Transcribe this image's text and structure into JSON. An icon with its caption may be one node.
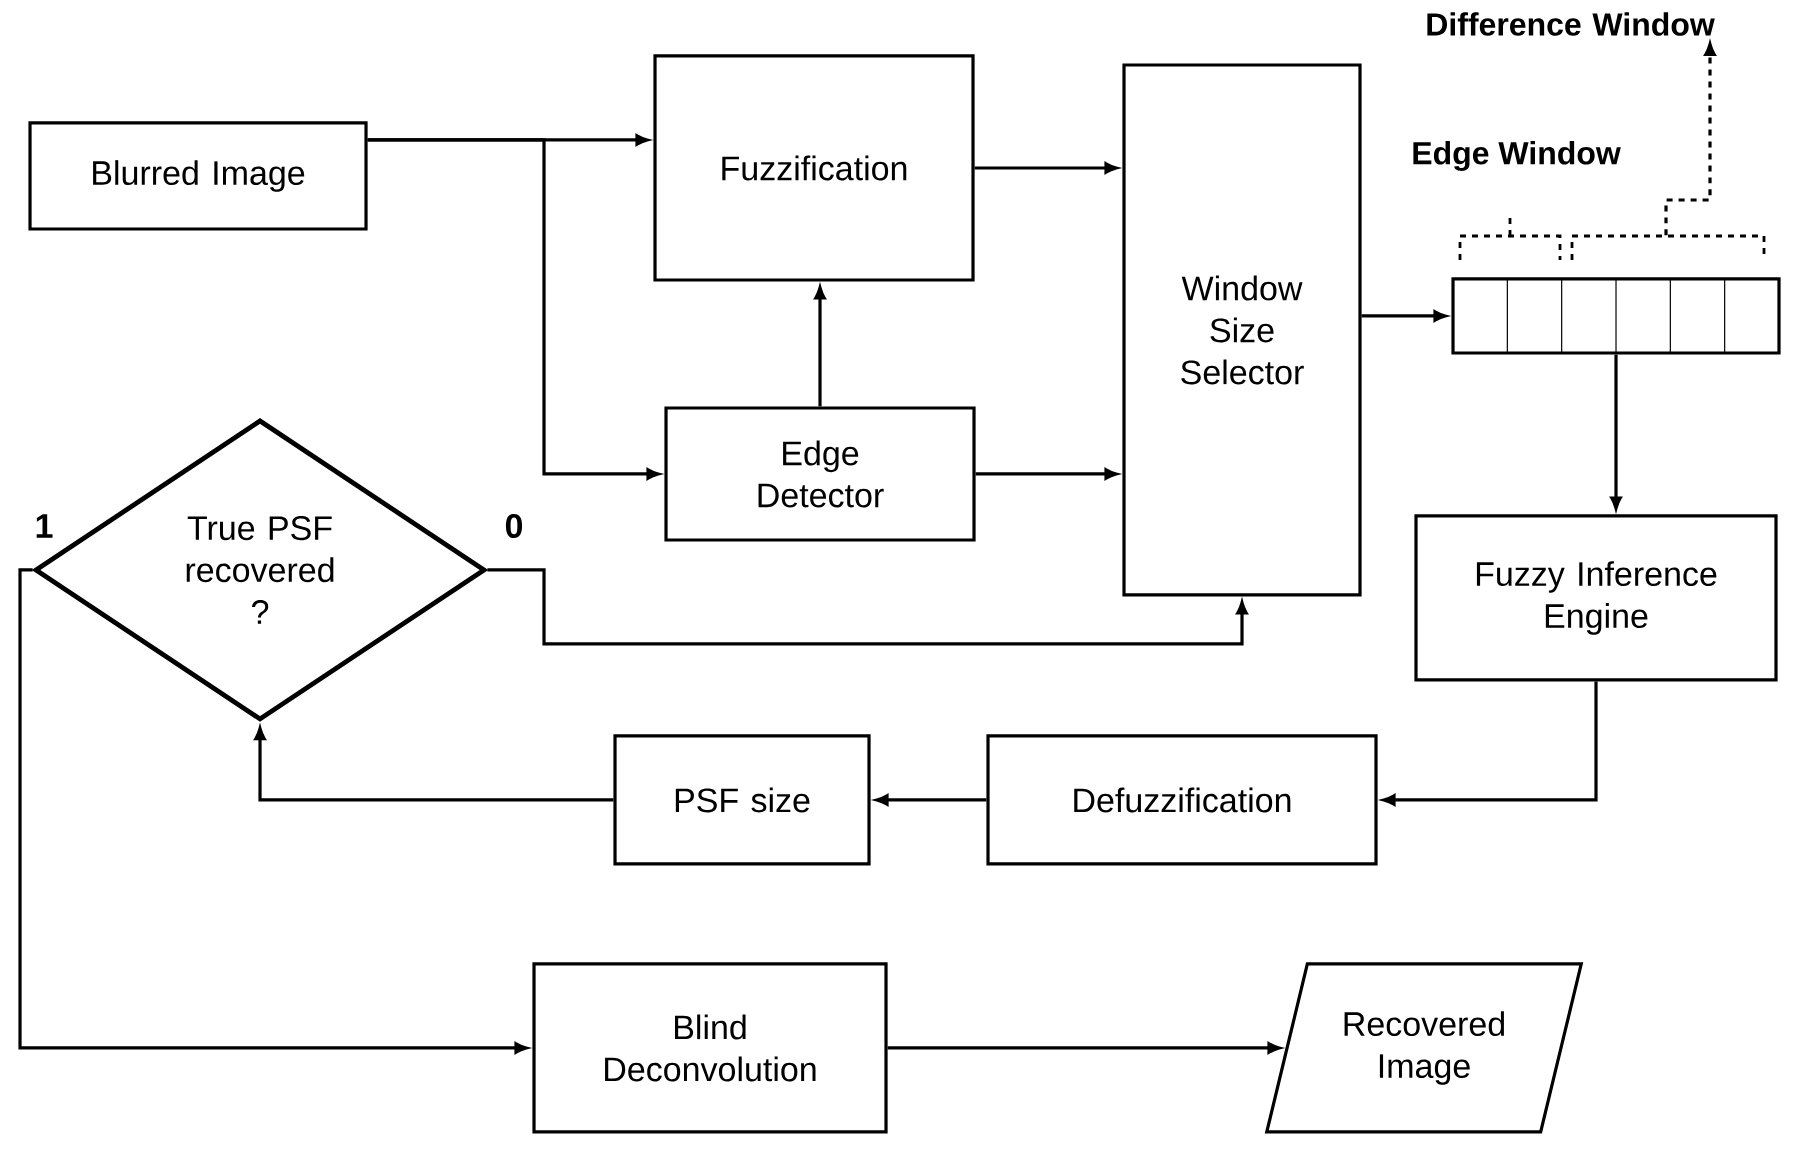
{
  "diagram": {
    "nodes": [
      {
        "text": [
          "Blurred Image"
        ]
      },
      {
        "text": [
          "Fuzzification"
        ]
      },
      {
        "text": [
          "Edge Detector"
        ]
      },
      {
        "text": [
          "Window Size Selector"
        ]
      },
      {
        "text": [],
        "shape": "box"
      },
      {
        "text": [
          "Fuzzy Inference Engine"
        ]
      },
      {
        "text": [
          "Defuzzification"
        ]
      },
      {
        "text": [
          "PSF size"
        ]
      },
      {
        "text": [
          "True PSF recovered ?"
        ]
      },
      {
        "text": [
          "Blind Deconvolution"
        ]
      },
      {
        "text": [
          "Recovered Image"
        ]
      },
      {
        "text": [
          "Difference Window"
        ]
      }
    ],
    "edges": [
      {
        "from": 0,
        "to": 1,
        "arrow": "to"
      },
      {
        "from": 0,
        "to": 2,
        "arrow": "to"
      },
      {
        "from": 2,
        "to": 1,
        "arrow": "to"
      },
      {
        "from": 1,
        "to": 3,
        "arrow": "to"
      },
      {
        "from": 2,
        "to": 3,
        "arrow": "to"
      },
      {
        "from": 3,
        "to": 4,
        "arrow": "to"
      },
      {
        "from": 4,
        "to": 5,
        "arrow": "to"
      },
      {
        "from": 5,
        "to": 6,
        "arrow": "to"
      },
      {
        "from": 6,
        "to": 7,
        "arrow": "to"
      },
      {
        "from": 7,
        "to": 8,
        "arrow": "to"
      },
      {
        "from": 8,
        "to": 3,
        "arrow": "to",
        "label": "0"
      },
      {
        "from": 8,
        "to": 9,
        "arrow": "to",
        "label": "1"
      },
      {
        "from": 9,
        "to": 10,
        "arrow": "to"
      },
      {
        "from": 4,
        "to": 11,
        "arrow": "to",
        "style": "dashed"
      }
    ],
    "labels": [
      "Edge Window"
    ]
  }
}
